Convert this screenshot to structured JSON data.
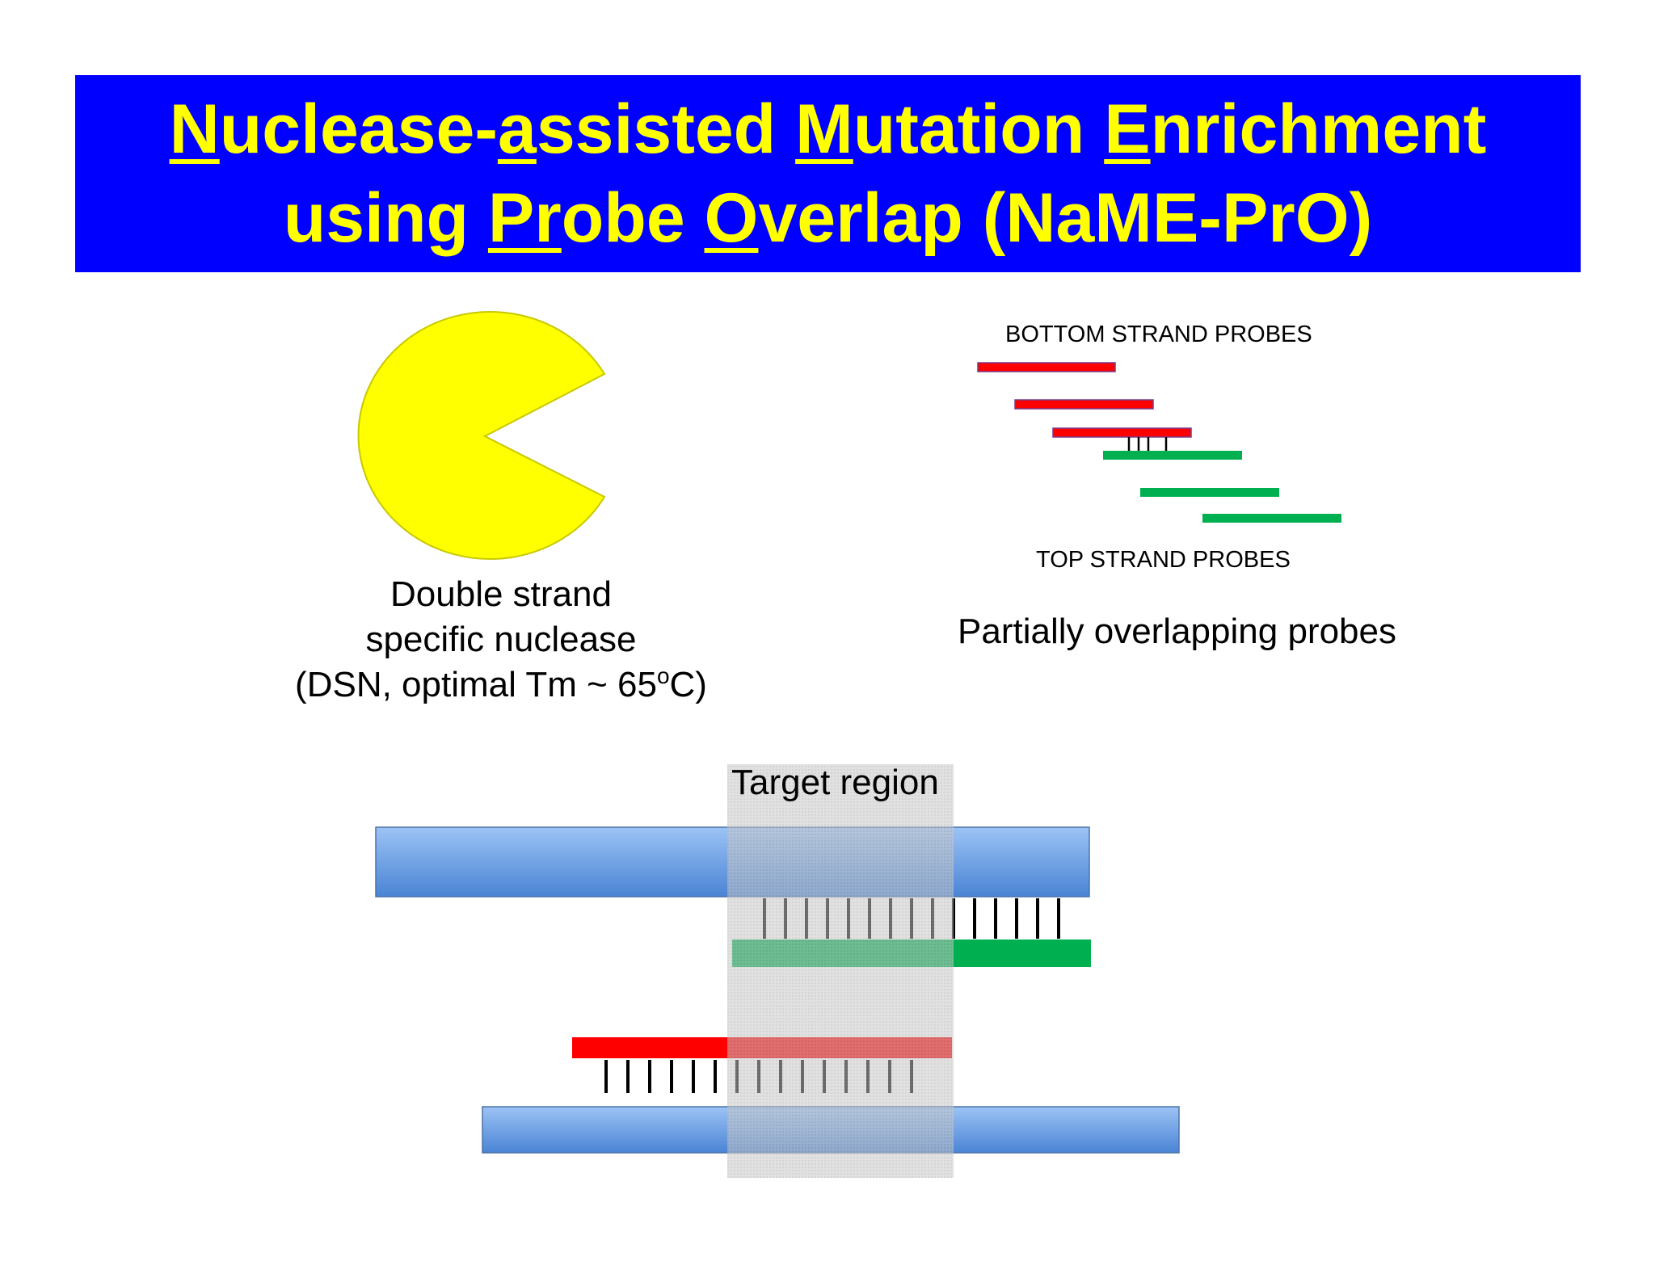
{
  "title": {
    "line1": [
      {
        "text": "N",
        "u": true
      },
      {
        "text": "uclease-",
        "u": false
      },
      {
        "text": "a",
        "u": true
      },
      {
        "text": "ssisted ",
        "u": false
      },
      {
        "text": "M",
        "u": true
      },
      {
        "text": "utation ",
        "u": false
      },
      {
        "text": "E",
        "u": true
      },
      {
        "text": "nrichment",
        "u": false
      }
    ],
    "line2": [
      {
        "text": "using ",
        "u": false
      },
      {
        "text": "Pr",
        "u": true
      },
      {
        "text": "obe ",
        "u": false
      },
      {
        "text": "O",
        "u": true
      },
      {
        "text": "verlap (NaME-PrO)",
        "u": false
      }
    ]
  },
  "nuclease": {
    "caption_line1": "Double strand",
    "caption_line2": "specific nuclease",
    "caption_line3_pre": "(DSN, optimal Tm ~ 65",
    "caption_line3_sup": "o",
    "caption_line3_post": "C)"
  },
  "probes": {
    "bottom_label": "BOTTOM STRAND PROBES",
    "top_label": "TOP STRAND PROBES",
    "caption": "Partially overlapping probes"
  },
  "target": {
    "label": "Target region"
  },
  "colors": {
    "banner": "#0000ff",
    "title_text": "#ffff00",
    "pacman": "#ffff00",
    "probe_red": "#ff0000",
    "probe_green": "#00b050",
    "dna_blue": "#5b8fd9"
  }
}
